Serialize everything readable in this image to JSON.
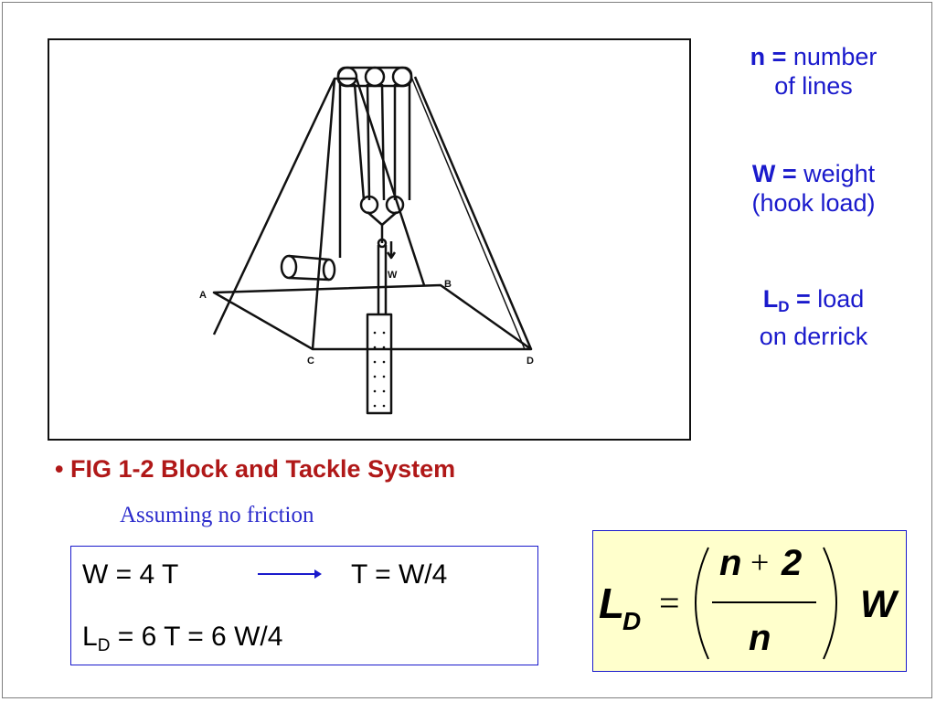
{
  "definitions": [
    {
      "symbol": "n",
      "eq": " =",
      "text1": " number",
      "text2": "of lines"
    },
    {
      "symbol": "W",
      "eq": " =",
      "text1": " weight",
      "text2": "(hook load)"
    },
    {
      "symbol": "L",
      "sub": "D",
      "eq": " =",
      "text1": " load",
      "text2": "on derrick"
    }
  ],
  "figure": {
    "labels": {
      "a": "A",
      "b": "B",
      "c": "C",
      "d": "D",
      "w": "W"
    }
  },
  "caption": {
    "bullet": "•",
    "text": "FIG 1-2  Block and Tackle System"
  },
  "assumption": "Assuming no friction",
  "calc": {
    "line1_left": "W = 4 T",
    "line1_right": "T = W/4",
    "line2_a": "L",
    "line2_sub": "D",
    "line2_b": " = 6 T  =  6 W/4"
  },
  "formula": {
    "lhs": "L",
    "lhs_sub": "D",
    "eq": "=",
    "numerator_var": "n",
    "numerator_op": "+",
    "numerator_num": "2",
    "denominator": "n",
    "rhs": "W"
  },
  "colors": {
    "blue": "#1a1acc",
    "red": "#b01818",
    "formula_bg": "#ffffcc"
  }
}
